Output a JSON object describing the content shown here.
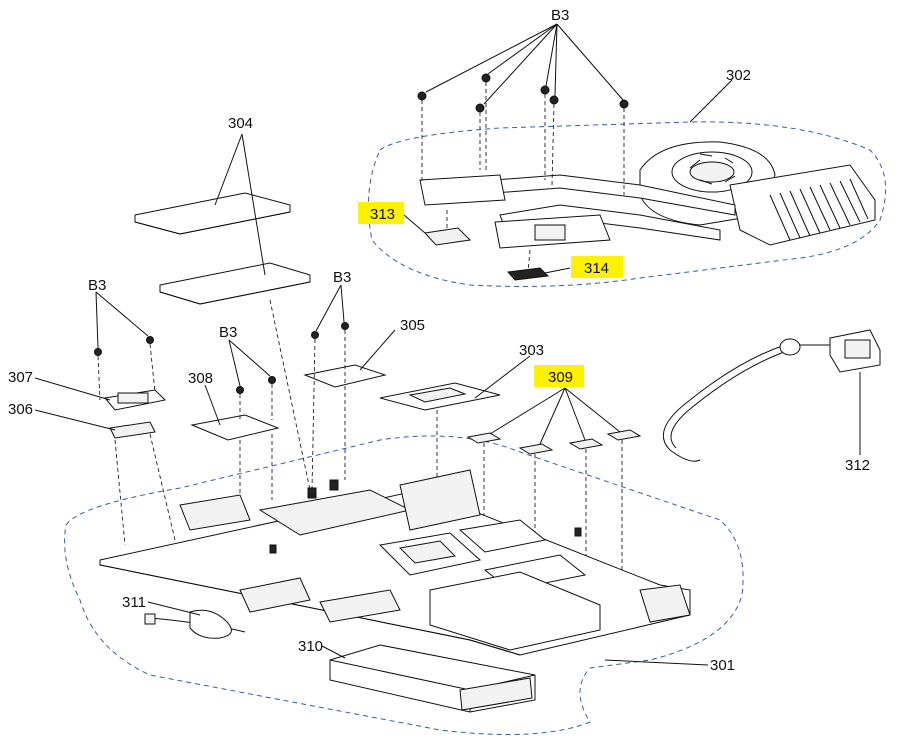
{
  "callouts": {
    "b3_top": "B3",
    "b3_left": "B3",
    "b3_mid": "B3",
    "b3_right": "B3",
    "c301": "301",
    "c302": "302",
    "c303": "303",
    "c304": "304",
    "c305": "305",
    "c306": "306",
    "c307": "307",
    "c308": "308",
    "c309": "309",
    "c310": "310",
    "c311": "311",
    "c312": "312",
    "c313": "313",
    "c314": "314"
  },
  "colors": {
    "highlight": "#fff200",
    "assembly_outline": "#3a5ab0",
    "linework": "#111111"
  }
}
